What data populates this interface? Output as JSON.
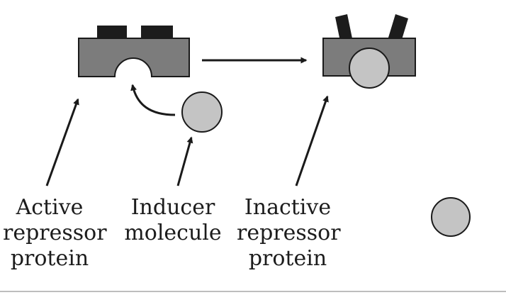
{
  "colors": {
    "protein_body": "#7c7c7c",
    "binding_site_block": "#1c1c1c",
    "inducer_fill": "#c4c4c4",
    "outline": "#1a1a1a",
    "text": "#1c1c1c"
  },
  "labels": {
    "active_repressor": [
      "Active",
      "repressor",
      "protein"
    ],
    "inducer": [
      "Inducer",
      "molecule"
    ],
    "inactive_repressor": [
      "Inactive",
      "repressor",
      "protein"
    ]
  }
}
